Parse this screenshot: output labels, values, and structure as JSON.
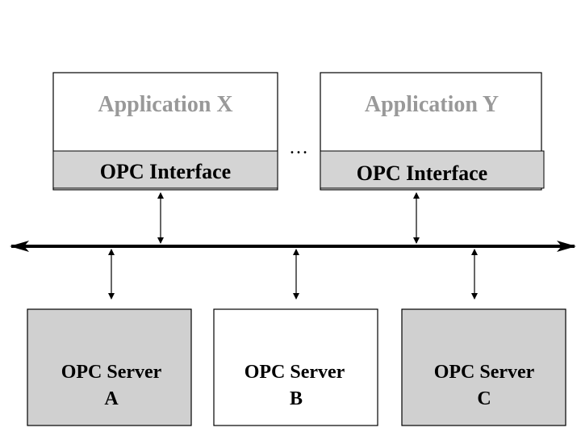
{
  "colors": {
    "app_title": "#999999",
    "interface_fill": "#d4d4d4",
    "server_fill_gray": "#d0d0d0",
    "server_fill_white": "#ffffff",
    "stroke": "#000000",
    "text": "#000000"
  },
  "applications": [
    {
      "title": "Application X",
      "interface_label": "OPC Interface"
    },
    {
      "title": "Application Y",
      "interface_label": "OPC Interface"
    }
  ],
  "ellipsis": "…",
  "servers": [
    {
      "line1": "OPC Server",
      "line2": "A",
      "fill": "gray"
    },
    {
      "line1": "OPC Server",
      "line2": "B",
      "fill": "white"
    },
    {
      "line1": "OPC Server",
      "line2": "C",
      "fill": "gray"
    }
  ]
}
